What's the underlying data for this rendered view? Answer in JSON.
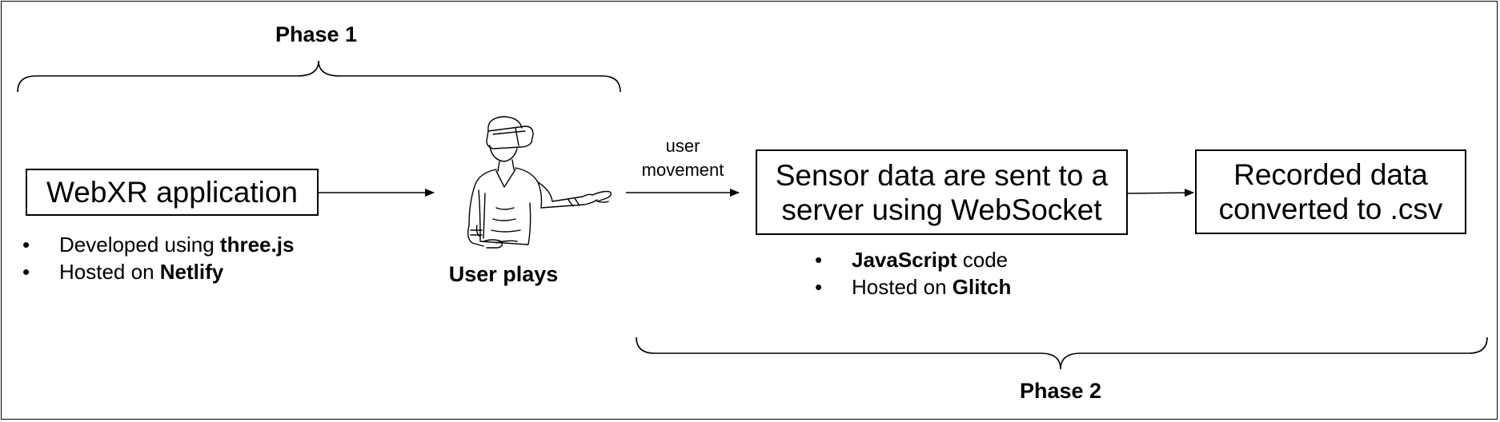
{
  "phase1": {
    "label": "Phase 1"
  },
  "phase2": {
    "label": "Phase 2"
  },
  "webxr_box": {
    "text": "WebXR application"
  },
  "webxr_bullets": [
    {
      "prefix": "Developed using ",
      "bold": "three.js",
      "suffix": ""
    },
    {
      "prefix": "Hosted on ",
      "bold": "Netlify",
      "suffix": ""
    }
  ],
  "user": {
    "caption": "User plays"
  },
  "arrow_label": {
    "line1": "user",
    "line2": "movement"
  },
  "sensor_box": {
    "line1": "Sensor data are sent to a",
    "line2": "server using WebSocket"
  },
  "sensor_bullets": [
    {
      "prefix": "",
      "bold": "JavaScript",
      "suffix": " code"
    },
    {
      "prefix": "Hosted on ",
      "bold": "Glitch",
      "suffix": ""
    }
  ],
  "csv_box": {
    "line1": "Recorded data",
    "line2": "converted to .csv"
  }
}
